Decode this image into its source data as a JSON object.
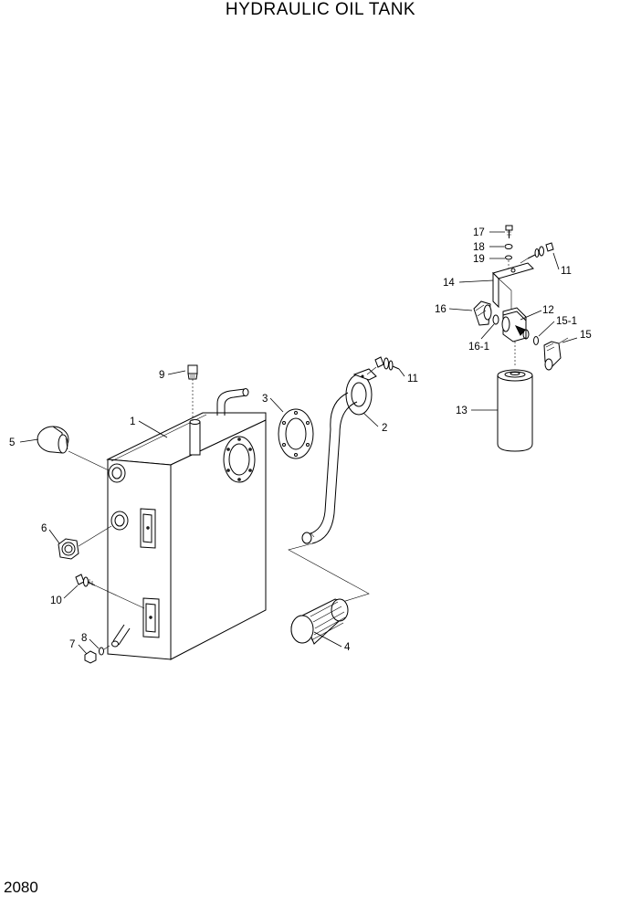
{
  "title": "HYDRAULIC OIL TANK",
  "page_number": "2080",
  "callouts": {
    "c1": "1",
    "c2": "2",
    "c3": "3",
    "c4": "4",
    "c5": "5",
    "c6": "6",
    "c7": "7",
    "c8": "8",
    "c9": "9",
    "c10": "10",
    "c11a": "11",
    "c11b": "11",
    "c12": "12",
    "c13": "13",
    "c14": "14",
    "c15": "15",
    "c15_1": "15-1",
    "c16": "16",
    "c16_1": "16-1",
    "c17": "17",
    "c18": "18",
    "c19": "19"
  }
}
